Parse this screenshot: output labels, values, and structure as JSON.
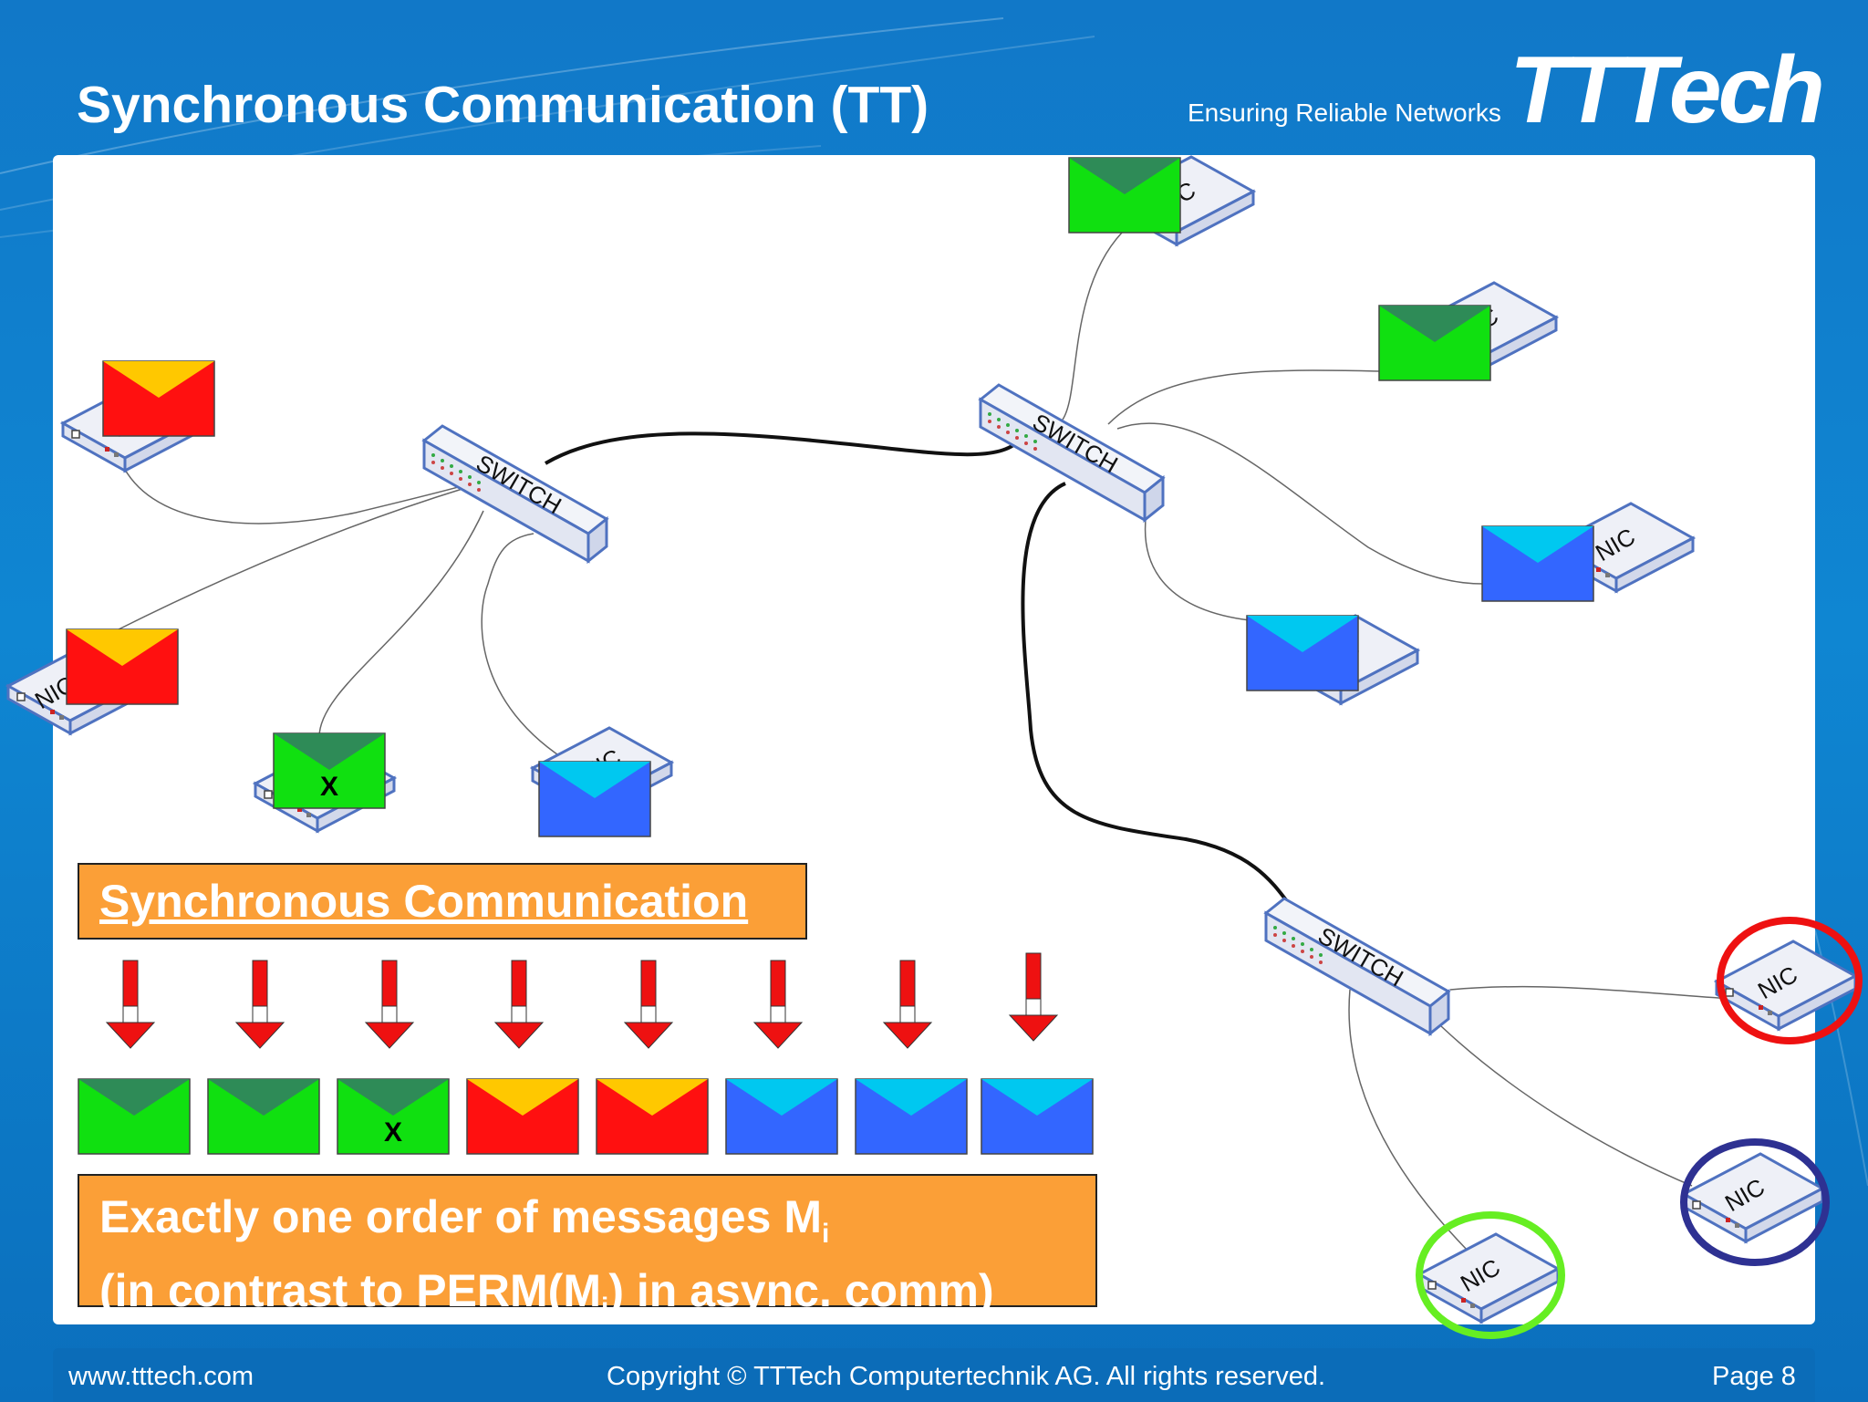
{
  "header": {
    "title": "Synchronous Communication (TT)",
    "tagline": "Ensuring Reliable Networks",
    "logo_text": "TTTech"
  },
  "diagram": {
    "switch_label": "SWITCH",
    "nic_label": "NIC",
    "lost_marker": "X"
  },
  "sync_banner": {
    "label": "Synchronous Communication"
  },
  "order_box": {
    "line1_prefix": "Exactly one order of messages M",
    "line1_sub": "i",
    "line2_prefix": "(in contrast to PERM(M",
    "line2_sub": "i",
    "line2_suffix": ") in async. comm)"
  },
  "message_sequence": [
    {
      "color": "green",
      "lost": false
    },
    {
      "color": "green",
      "lost": false
    },
    {
      "color": "green",
      "lost": true
    },
    {
      "color": "red",
      "lost": false
    },
    {
      "color": "red",
      "lost": false
    },
    {
      "color": "blue",
      "lost": false
    },
    {
      "color": "blue",
      "lost": false
    },
    {
      "color": "blue",
      "lost": false
    }
  ],
  "colors": {
    "green_body": "#10e010",
    "green_flap": "#2e8b57",
    "red_body": "#ff1010",
    "red_flap": "#ffc800",
    "blue_body": "#3366ff",
    "blue_flap": "#00c8f0",
    "orange_box": "#fb9f37",
    "ring_red": "#ee1111",
    "ring_navy": "#2e3192",
    "ring_green": "#66ee22"
  },
  "footer": {
    "url": "www.tttech.com",
    "copyright": "Copyright © TTTech Computertechnik AG. All rights reserved.",
    "page": "Page 8"
  }
}
